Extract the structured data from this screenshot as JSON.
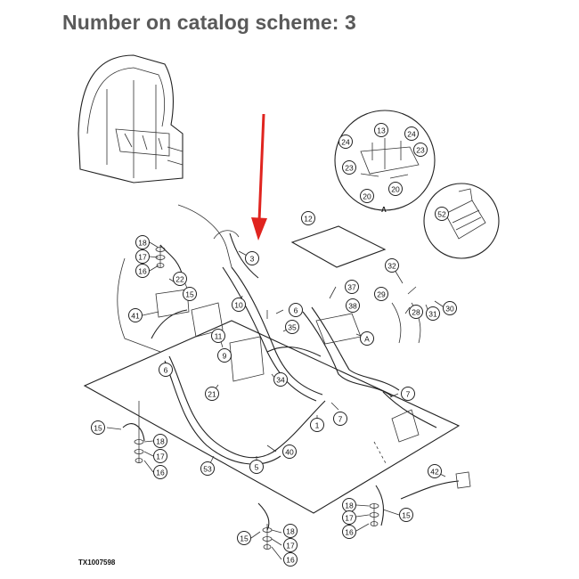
{
  "header": {
    "title": "Number on catalog scheme: 3"
  },
  "diagram": {
    "reference_code": "TX1007598",
    "highlight_color": "#e0241f",
    "detail_label": "A",
    "callouts": [
      {
        "id": "c24a",
        "label": "24"
      },
      {
        "id": "c13",
        "label": "13"
      },
      {
        "id": "c24b",
        "label": "24"
      },
      {
        "id": "c23a",
        "label": "23"
      },
      {
        "id": "c23b",
        "label": "23"
      },
      {
        "id": "c20a",
        "label": "20"
      },
      {
        "id": "c20b",
        "label": "20"
      },
      {
        "id": "c52",
        "label": "52"
      },
      {
        "id": "c12",
        "label": "12"
      },
      {
        "id": "c18a",
        "label": "18"
      },
      {
        "id": "c17a",
        "label": "17"
      },
      {
        "id": "c16a",
        "label": "16"
      },
      {
        "id": "c22",
        "label": "22"
      },
      {
        "id": "c3",
        "label": "3"
      },
      {
        "id": "c15a",
        "label": "15"
      },
      {
        "id": "c32",
        "label": "32"
      },
      {
        "id": "c37",
        "label": "37"
      },
      {
        "id": "c29",
        "label": "29"
      },
      {
        "id": "c28",
        "label": "28"
      },
      {
        "id": "c30",
        "label": "30"
      },
      {
        "id": "c31",
        "label": "31"
      },
      {
        "id": "c10",
        "label": "10"
      },
      {
        "id": "c6a",
        "label": "6"
      },
      {
        "id": "c38",
        "label": "38"
      },
      {
        "id": "c41",
        "label": "41"
      },
      {
        "id": "c35",
        "label": "35"
      },
      {
        "id": "cAref",
        "label": "A"
      },
      {
        "id": "c11",
        "label": "11"
      },
      {
        "id": "c9",
        "label": "9"
      },
      {
        "id": "c6b",
        "label": "6"
      },
      {
        "id": "c34",
        "label": "34"
      },
      {
        "id": "c21",
        "label": "21"
      },
      {
        "id": "c7a",
        "label": "7"
      },
      {
        "id": "c7b",
        "label": "7"
      },
      {
        "id": "c1",
        "label": "1"
      },
      {
        "id": "c15b",
        "label": "15"
      },
      {
        "id": "c18b",
        "label": "18"
      },
      {
        "id": "c17b",
        "label": "17"
      },
      {
        "id": "c16b",
        "label": "16"
      },
      {
        "id": "c40",
        "label": "40"
      },
      {
        "id": "c5",
        "label": "5"
      },
      {
        "id": "c53",
        "label": "53"
      },
      {
        "id": "c42",
        "label": "42"
      },
      {
        "id": "c18c",
        "label": "18"
      },
      {
        "id": "c17c",
        "label": "17"
      },
      {
        "id": "c16c",
        "label": "16"
      },
      {
        "id": "c15c",
        "label": "15"
      },
      {
        "id": "c15d",
        "label": "15"
      },
      {
        "id": "c18d",
        "label": "18"
      },
      {
        "id": "c17d",
        "label": "17"
      },
      {
        "id": "c16d",
        "label": "16"
      }
    ]
  }
}
